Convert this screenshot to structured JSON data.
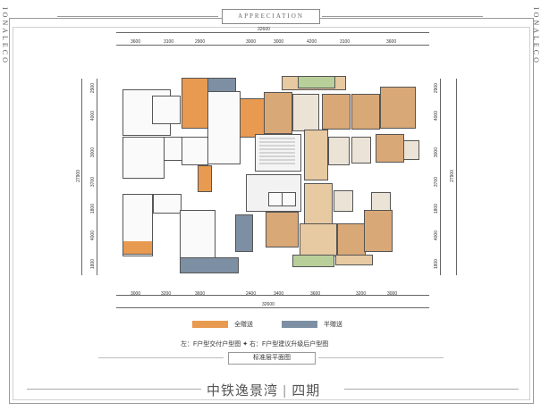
{
  "side_text": "IONALECO",
  "header_badge": "APPRECIATION",
  "top_total_dimension": "32600",
  "top_dimensions": [
    "3600",
    "3100",
    "2900",
    "3000",
    "3000",
    "4200",
    "3100",
    "3600"
  ],
  "bottom_total_dimension": "32600",
  "bottom_dimensions": [
    "3000",
    "3200",
    "3600",
    "2400",
    "3400",
    "3600",
    "3200",
    "3000"
  ],
  "left_total_dimension": "27900",
  "left_dimensions": [
    "2900",
    "4000",
    "3000",
    "3700",
    "1800",
    "4000",
    "1800"
  ],
  "right_total_dimension": "27900",
  "right_dimensions": [
    "2900",
    "4000",
    "3000",
    "3700",
    "1800",
    "4000",
    "1800"
  ],
  "legend": {
    "full_gift": "全赠送",
    "half_gift": "半赠送",
    "full_gift_color": "#e89a50",
    "half_gift_color": "#7d8fa3"
  },
  "caption": "左：F户型交付户型图  ✦  右：F户型建议升级后户型图",
  "standard_floor": "标准层平面图",
  "project_title": "中铁逸景湾",
  "project_phase": "四期"
}
